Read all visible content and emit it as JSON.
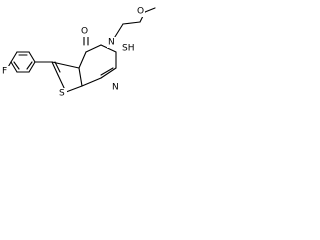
{
  "molecule": {
    "atoms": {
      "oxygen_methoxy": "O",
      "oxygen_carbonyl": "O",
      "nitrogen_amide": "N",
      "nitrogen_ring": "N",
      "sulfur_thiol": "SH",
      "sulfur_thiophene": "S",
      "fluorine": "F"
    }
  }
}
